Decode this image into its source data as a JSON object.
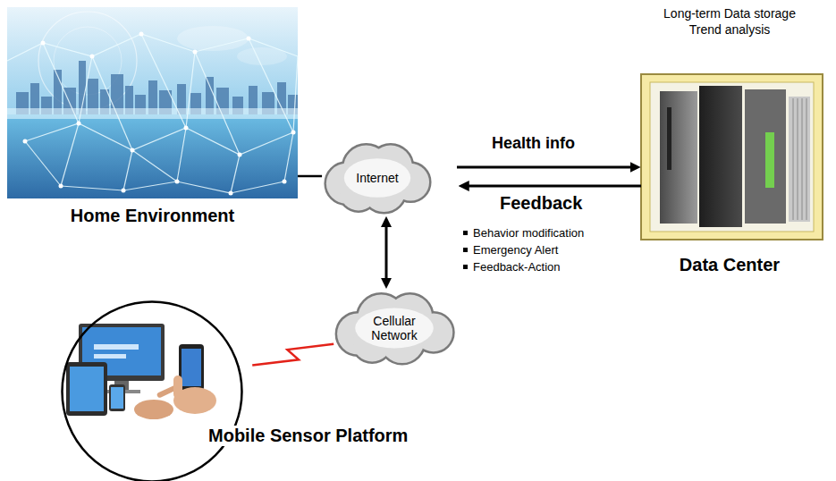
{
  "diagram": {
    "nodes": [
      {
        "text": [
          "Home Environment"
        ]
      },
      {
        "text": [
          "Internet"
        ]
      },
      {
        "text": [
          "Long-term Data storage Trend analysis",
          "Data Center"
        ]
      },
      {
        "text": [
          "Cellular Network"
        ]
      },
      {
        "text": [
          "Mobile Sensor Platform"
        ]
      }
    ],
    "edges": [
      {
        "from": 0,
        "to": 1,
        "arrow": "none"
      },
      {
        "from": 1,
        "to": 2,
        "label": "Health info",
        "arrow": "to"
      },
      {
        "from": 2,
        "to": 1,
        "label": "Feedback",
        "arrow": "to"
      },
      {
        "from": 1,
        "to": 3,
        "arrow": "both"
      },
      {
        "from": 4,
        "to": 3,
        "arrow": "none"
      }
    ],
    "labels": [
      "Behavior modification",
      "Emergency Alert",
      "Feedback-Action"
    ]
  }
}
